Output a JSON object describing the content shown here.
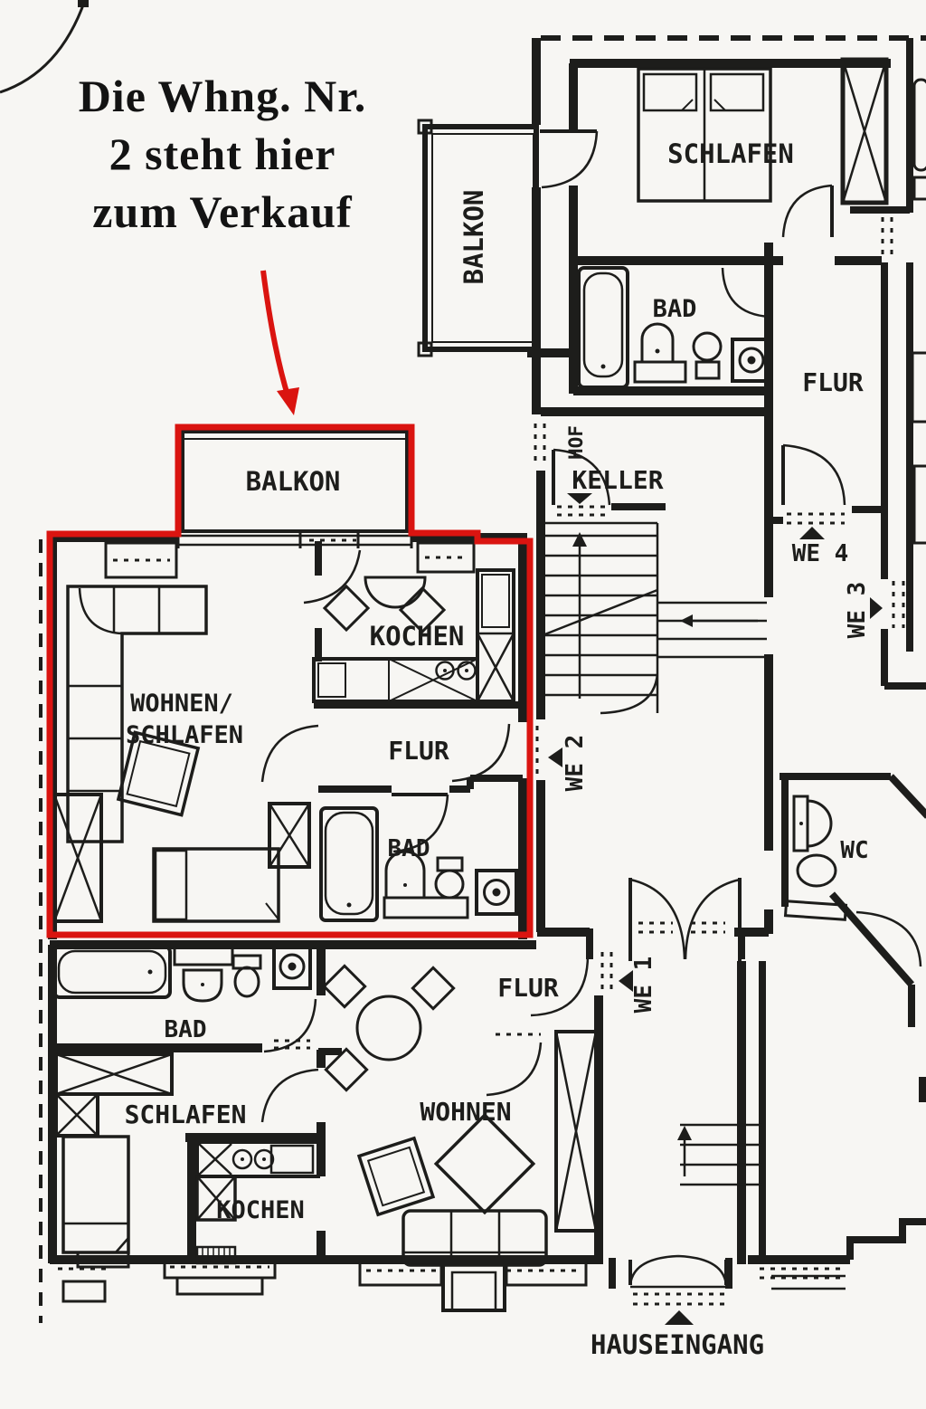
{
  "annotation": {
    "lines": [
      "Die Whng. Nr.",
      "2 steht hier",
      "zum Verkauf"
    ]
  },
  "labels": {
    "balkon_top": "BALKON",
    "schlafen_top": "SCHLAFEN",
    "bad_top": "BAD",
    "flur_top_right": "FLUR",
    "hof": "HOF",
    "keller": "KELLER",
    "we4": "WE 4",
    "we3": "WE 3",
    "we2": "WE 2",
    "we1": "WE 1",
    "balkon_apt2": "BALKON",
    "kochen_apt2": "KOCHEN",
    "wohnen_schlafen_1": "WOHNEN/",
    "wohnen_schlafen_2": "SCHLAFEN",
    "flur_apt2": "FLUR",
    "bad_apt2": "BAD",
    "wc": "WC",
    "flur_we1": "FLUR",
    "bad_we1": "BAD",
    "schlafen_we1": "SCHLAFEN",
    "kochen_we1": "KOCHEN",
    "wohnen_we1": "WOHNEN",
    "hauseingang": "HAUSEINGANG"
  },
  "colors": {
    "highlight_red": "#da1410",
    "ink": "#1d1d1b",
    "paper": "#f7f6f3"
  }
}
